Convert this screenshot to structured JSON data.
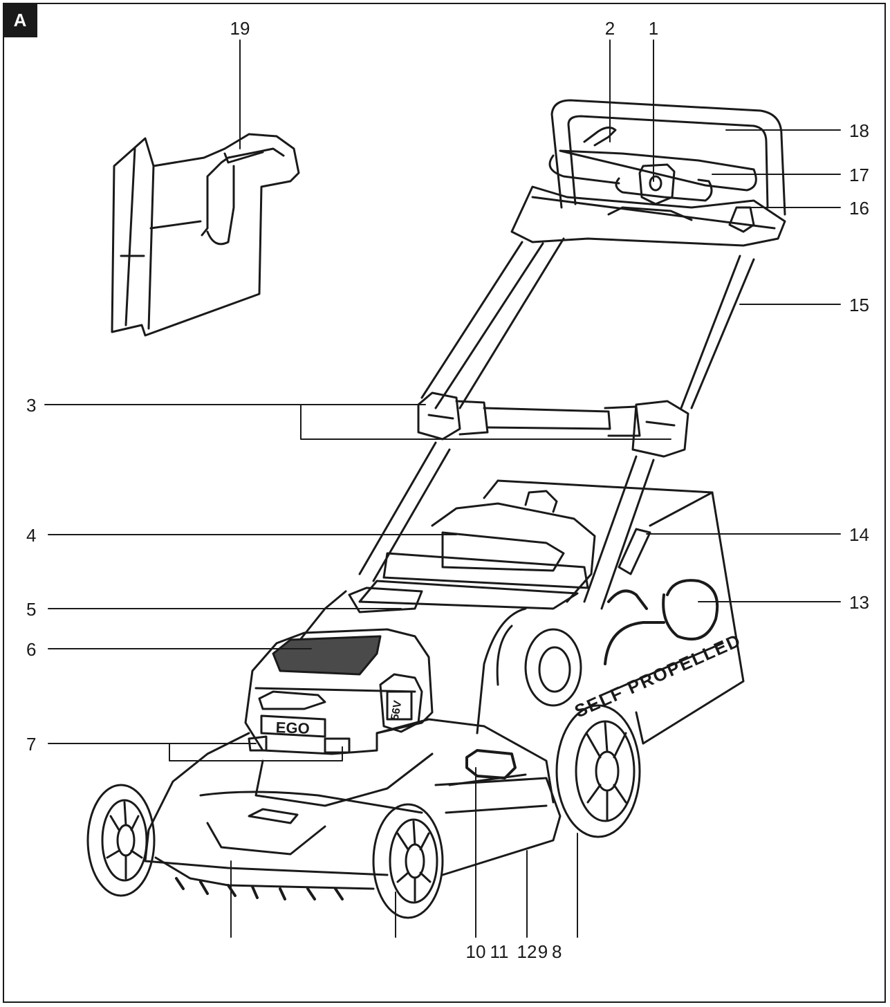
{
  "figure_tag": "A",
  "brand_logo": "EGO",
  "deck_text": "SELF PROPELLED",
  "battery_voltage": "56V",
  "labels": {
    "l1": "1",
    "l2": "2",
    "l3": "3",
    "l4": "4",
    "l5": "5",
    "l6": "6",
    "l7": "7",
    "l13": "13",
    "l14": "14",
    "l15": "15",
    "l16": "16",
    "l17": "17",
    "l18": "18",
    "l19": "19",
    "l10": "10",
    "l11": "11",
    "l12": "12",
    "l9": "9",
    "l8": "8"
  },
  "colors": {
    "ink": "#1a1a1a",
    "paper": "#ffffff",
    "shade": "#4a4a4a"
  }
}
